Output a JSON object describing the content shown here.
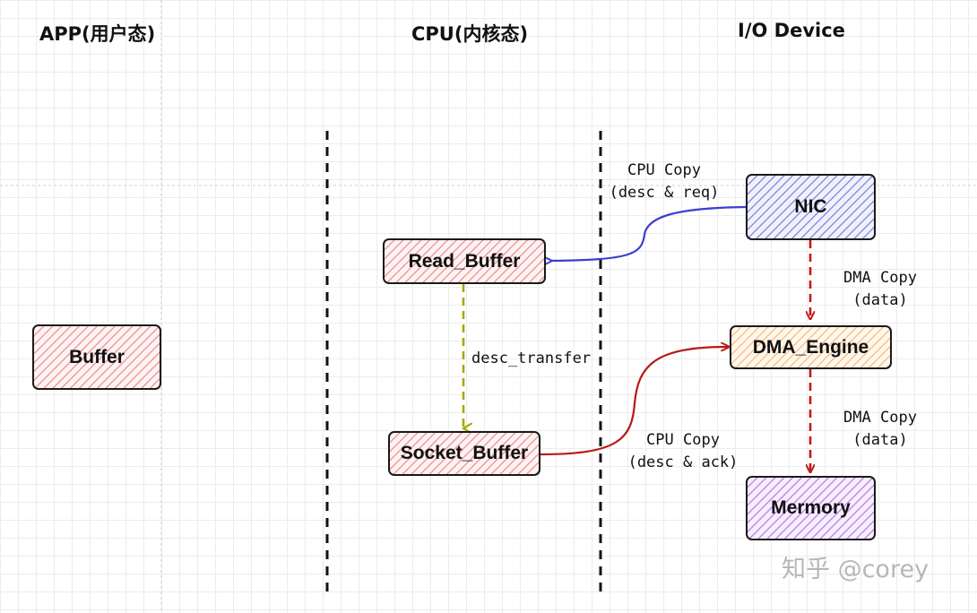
{
  "columns": {
    "app": "APP(用户态)",
    "cpu": "CPU(内核态)",
    "io": "I/O Device"
  },
  "nodes": {
    "buffer": "Buffer",
    "read_buffer": "Read_Buffer",
    "socket_buffer": "Socket_Buffer",
    "nic": "NIC",
    "dma_engine": "DMA_Engine",
    "memory": "Mermory"
  },
  "edges": {
    "nic_to_read": {
      "line1": "CPU Copy",
      "line2": "(desc & req)"
    },
    "nic_to_dma": {
      "line1": "DMA Copy",
      "line2": "(data)"
    },
    "read_to_socket": {
      "line1": "desc_transfer"
    },
    "socket_to_dma": {
      "line1": "CPU Copy",
      "line2": "(desc & ack)"
    },
    "dma_to_memory": {
      "line1": "DMA Copy",
      "line2": "(data)"
    }
  },
  "colors": {
    "cpu_copy_req": "#3b3fd0",
    "dma_copy": "#c21a1a",
    "desc_transfer": "#a8a800",
    "cpu_copy_ack": "#b81818"
  },
  "watermark": "知乎 @corey"
}
